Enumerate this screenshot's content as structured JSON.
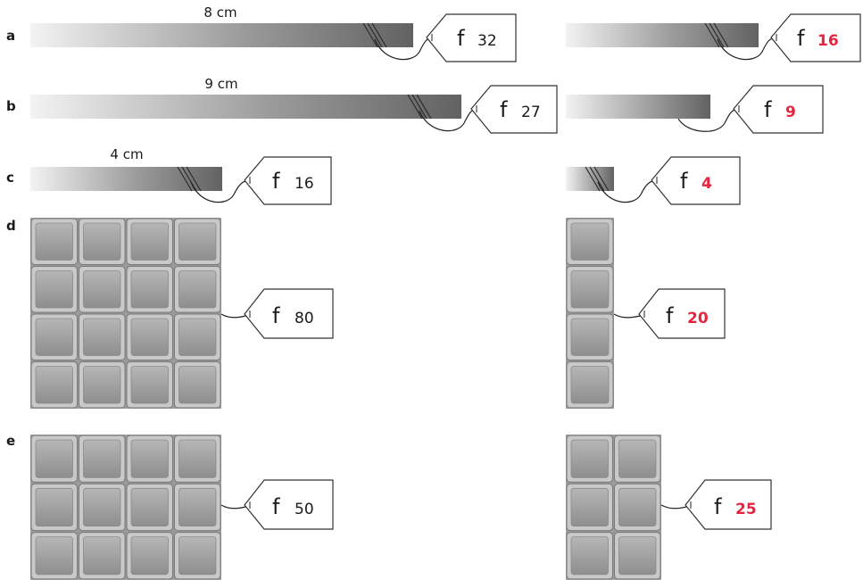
{
  "rows": [
    {
      "label": "a",
      "dimension": "8 cm",
      "tag_left": {
        "currency": "f",
        "price": "32"
      },
      "tag_right": {
        "currency": "f",
        "price": "16"
      }
    },
    {
      "label": "b",
      "dimension": "9 cm",
      "tag_left": {
        "currency": "f",
        "price": "27"
      },
      "tag_right": {
        "currency": "f",
        "price": "9"
      }
    },
    {
      "label": "c",
      "dimension": "4 cm",
      "tag_left": {
        "currency": "f",
        "price": "16"
      },
      "tag_right": {
        "currency": "f",
        "price": "4"
      }
    },
    {
      "label": "d",
      "tag_left": {
        "currency": "f",
        "price": "80"
      },
      "tag_right": {
        "currency": "f",
        "price": "20"
      }
    },
    {
      "label": "e",
      "tag_left": {
        "currency": "f",
        "price": "50"
      },
      "tag_right": {
        "currency": "f",
        "price": "25"
      }
    }
  ],
  "colors": {
    "answer": "#e8233f",
    "ink": "#1a1a1a"
  }
}
